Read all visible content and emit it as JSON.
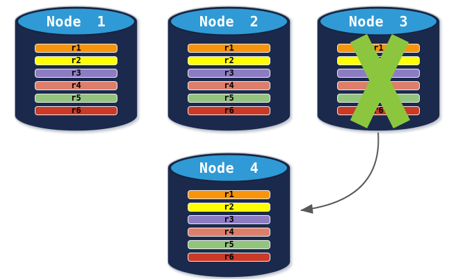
{
  "diagram": {
    "description": "Database replication diagram: node failure and recovery",
    "colors": {
      "background": "#FFFFFF",
      "cylinder_body": "#1B2A4C",
      "cylinder_outline": "#BFC7D1",
      "cylinder_top": "#2F9AD6",
      "cylinder_top_rim": "#16233E",
      "title_text": "#FFFFFF",
      "bar_text": "#000000",
      "failure_x": "#8CC63F",
      "arrow": "#595959"
    },
    "rows": [
      {
        "label": "r1",
        "color": "#F7940A"
      },
      {
        "label": "r2",
        "color": "#FFFF00"
      },
      {
        "label": "r3",
        "color": "#8E7CC3"
      },
      {
        "label": "r4",
        "color": "#DD7E6B"
      },
      {
        "label": "r5",
        "color": "#93C47D"
      },
      {
        "label": "r6",
        "color": "#CB3927"
      }
    ],
    "nodes": [
      {
        "title": "Node 1",
        "failed": false
      },
      {
        "title": "Node 2",
        "failed": false
      },
      {
        "title": "Node 3",
        "failed": true
      },
      {
        "title": "Node 4",
        "failed": false
      }
    ],
    "arrow": {
      "from": "Node 3",
      "to": "Node 4"
    }
  }
}
